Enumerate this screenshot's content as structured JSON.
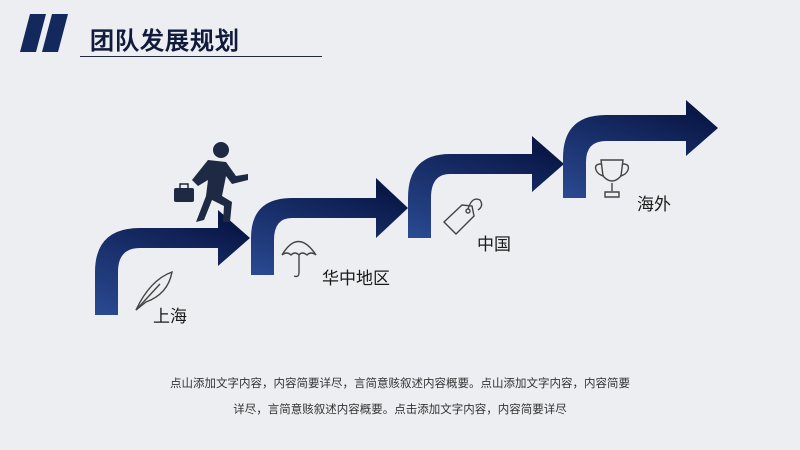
{
  "title": "团队发展规划",
  "steps": [
    {
      "label": "上海",
      "icon": "feather-icon"
    },
    {
      "label": "华中地区",
      "icon": "umbrella-icon"
    },
    {
      "label": "中国",
      "icon": "tag-icon"
    },
    {
      "label": "海外",
      "icon": "trophy-icon"
    }
  ],
  "description_line1": "点山添加文字内容，内容简要详尽，言简意赅叙述内容概要。点山添加文字内容，内容简要",
  "description_line2": "详尽，言简意赅叙述内容概要。点击添加文字内容，内容简要详尽",
  "colors": {
    "dark": "#0c1b52",
    "mid": "#233f86",
    "bg": "#eceef1",
    "accent": "#13295e"
  }
}
